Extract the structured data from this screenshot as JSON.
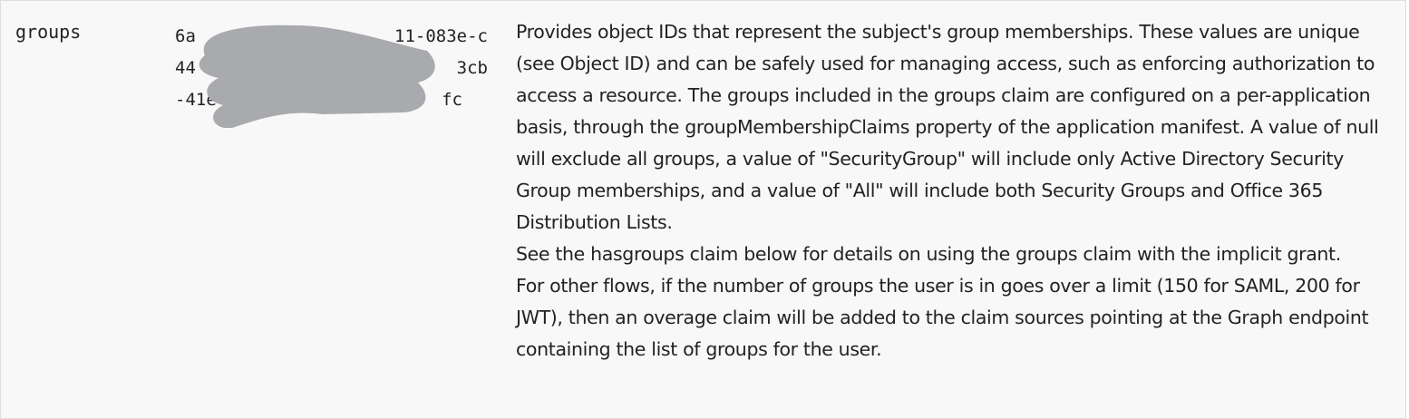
{
  "claim": "groups",
  "value_lines": [
    {
      "start": "6a",
      "end": "11-083e-c"
    },
    {
      "start": "44",
      "end": "3cb"
    },
    {
      "start": "-41e",
      "end": "fc"
    }
  ],
  "description": [
    "Provides object IDs that represent the subject's group memberships. These values are unique (see Object ID) and can be safely used for managing access, such as enforcing authorization to access a resource. The groups included in the groups claim are configured on a per-application basis, through the groupMembershipClaims property of the application manifest. A value of null will exclude all groups, a value of \"SecurityGroup\" will include only Active Directory Security Group memberships, and a value of \"All\" will include both Security Groups and Office 365 Distribution Lists.",
    "See the hasgroups claim below for details on using the groups claim with the implicit grant.",
    "For other flows, if the number of groups the user is in goes over a limit (150 for SAML, 200 for JWT), then an overage claim will be added to the claim sources pointing at the Graph endpoint containing the list of groups for the user."
  ]
}
